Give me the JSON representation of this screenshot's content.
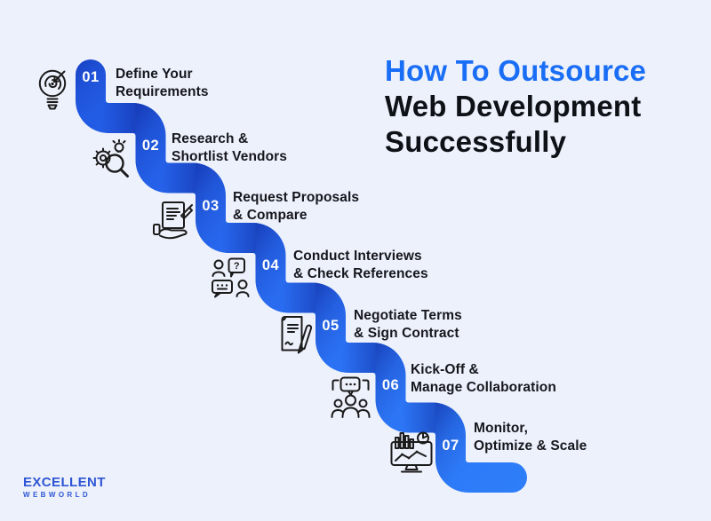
{
  "background_color": "#edf1fc",
  "title": {
    "line1": "How To Outsource",
    "line2": "Web Development",
    "line3": "Successfully",
    "highlight_color": "#1a6ef5",
    "text_color": "#0e1116"
  },
  "ribbon": {
    "gradient_start": "#2158e2",
    "gradient_end": "#2e7ef9",
    "fold_shadow_color": "#0b1e8f",
    "number_color": "#ffffff"
  },
  "steps": [
    {
      "number": "01",
      "label_line1": "Define Your",
      "label_line2": "Requirements",
      "icon": "target-lightbulb-icon"
    },
    {
      "number": "02",
      "label_line1": "Research &",
      "label_line2": "Shortlist Vendors",
      "icon": "gear-magnifier-icon"
    },
    {
      "number": "03",
      "label_line1": "Request Proposals",
      "label_line2": "& Compare",
      "icon": "hand-document-icon"
    },
    {
      "number": "04",
      "label_line1": "Conduct Interviews",
      "label_line2": "& Check References",
      "icon": "people-chat-icon"
    },
    {
      "number": "05",
      "label_line1": "Negotiate Terms",
      "label_line2": "& Sign Contract",
      "icon": "contract-pen-icon"
    },
    {
      "number": "06",
      "label_line1": "Kick-Off &",
      "label_line2": "Manage Collaboration",
      "icon": "team-speech-icon"
    },
    {
      "number": "07",
      "label_line1": "Monitor,",
      "label_line2": "Optimize & Scale",
      "icon": "analytics-monitor-icon"
    }
  ],
  "icons": {
    "question_glyph": "?"
  },
  "logo": {
    "line1": "EXCELLENT",
    "line2": "WEBWORLD",
    "color": "#2e56d4"
  }
}
